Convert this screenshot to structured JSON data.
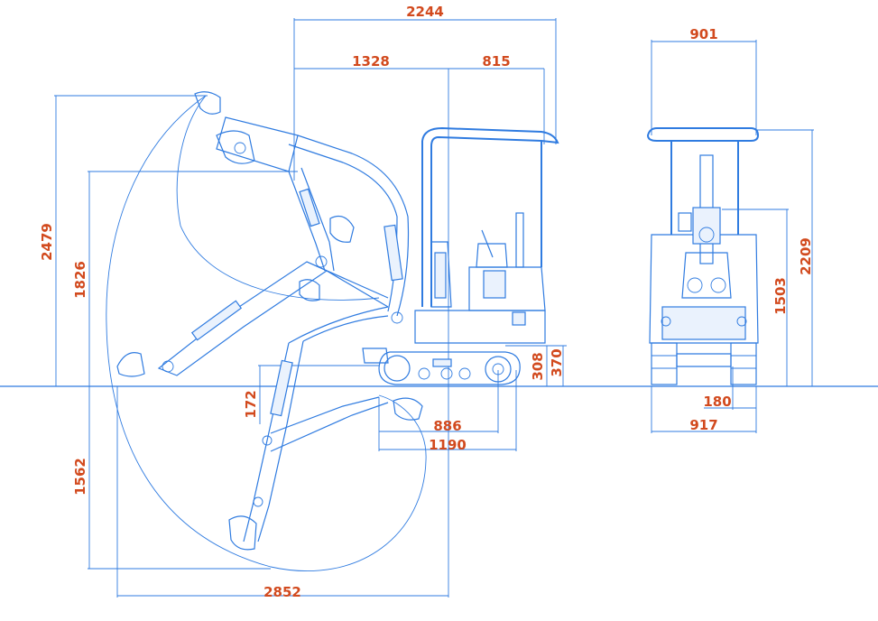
{
  "drawing": {
    "colors": {
      "line": "#2f7be0",
      "dimension_text": "#d24a1e",
      "background": "#ffffff"
    },
    "dimensions": {
      "overall_length": "2244",
      "length_to_center": "1328",
      "rear_to_cab": "815",
      "track_width": "901",
      "max_dig_height": "2479",
      "max_dump_height": "1826",
      "max_dig_depth": "1562",
      "blade_depth": "172",
      "tumbler_distance": "886",
      "crawler_length": "1190",
      "max_reach": "2852",
      "ground_clearance_counterweight": "308",
      "track_height": "370",
      "cab_height": "2209",
      "boom_height": "1503",
      "min_ground_clearance": "180",
      "overall_width": "917"
    }
  }
}
